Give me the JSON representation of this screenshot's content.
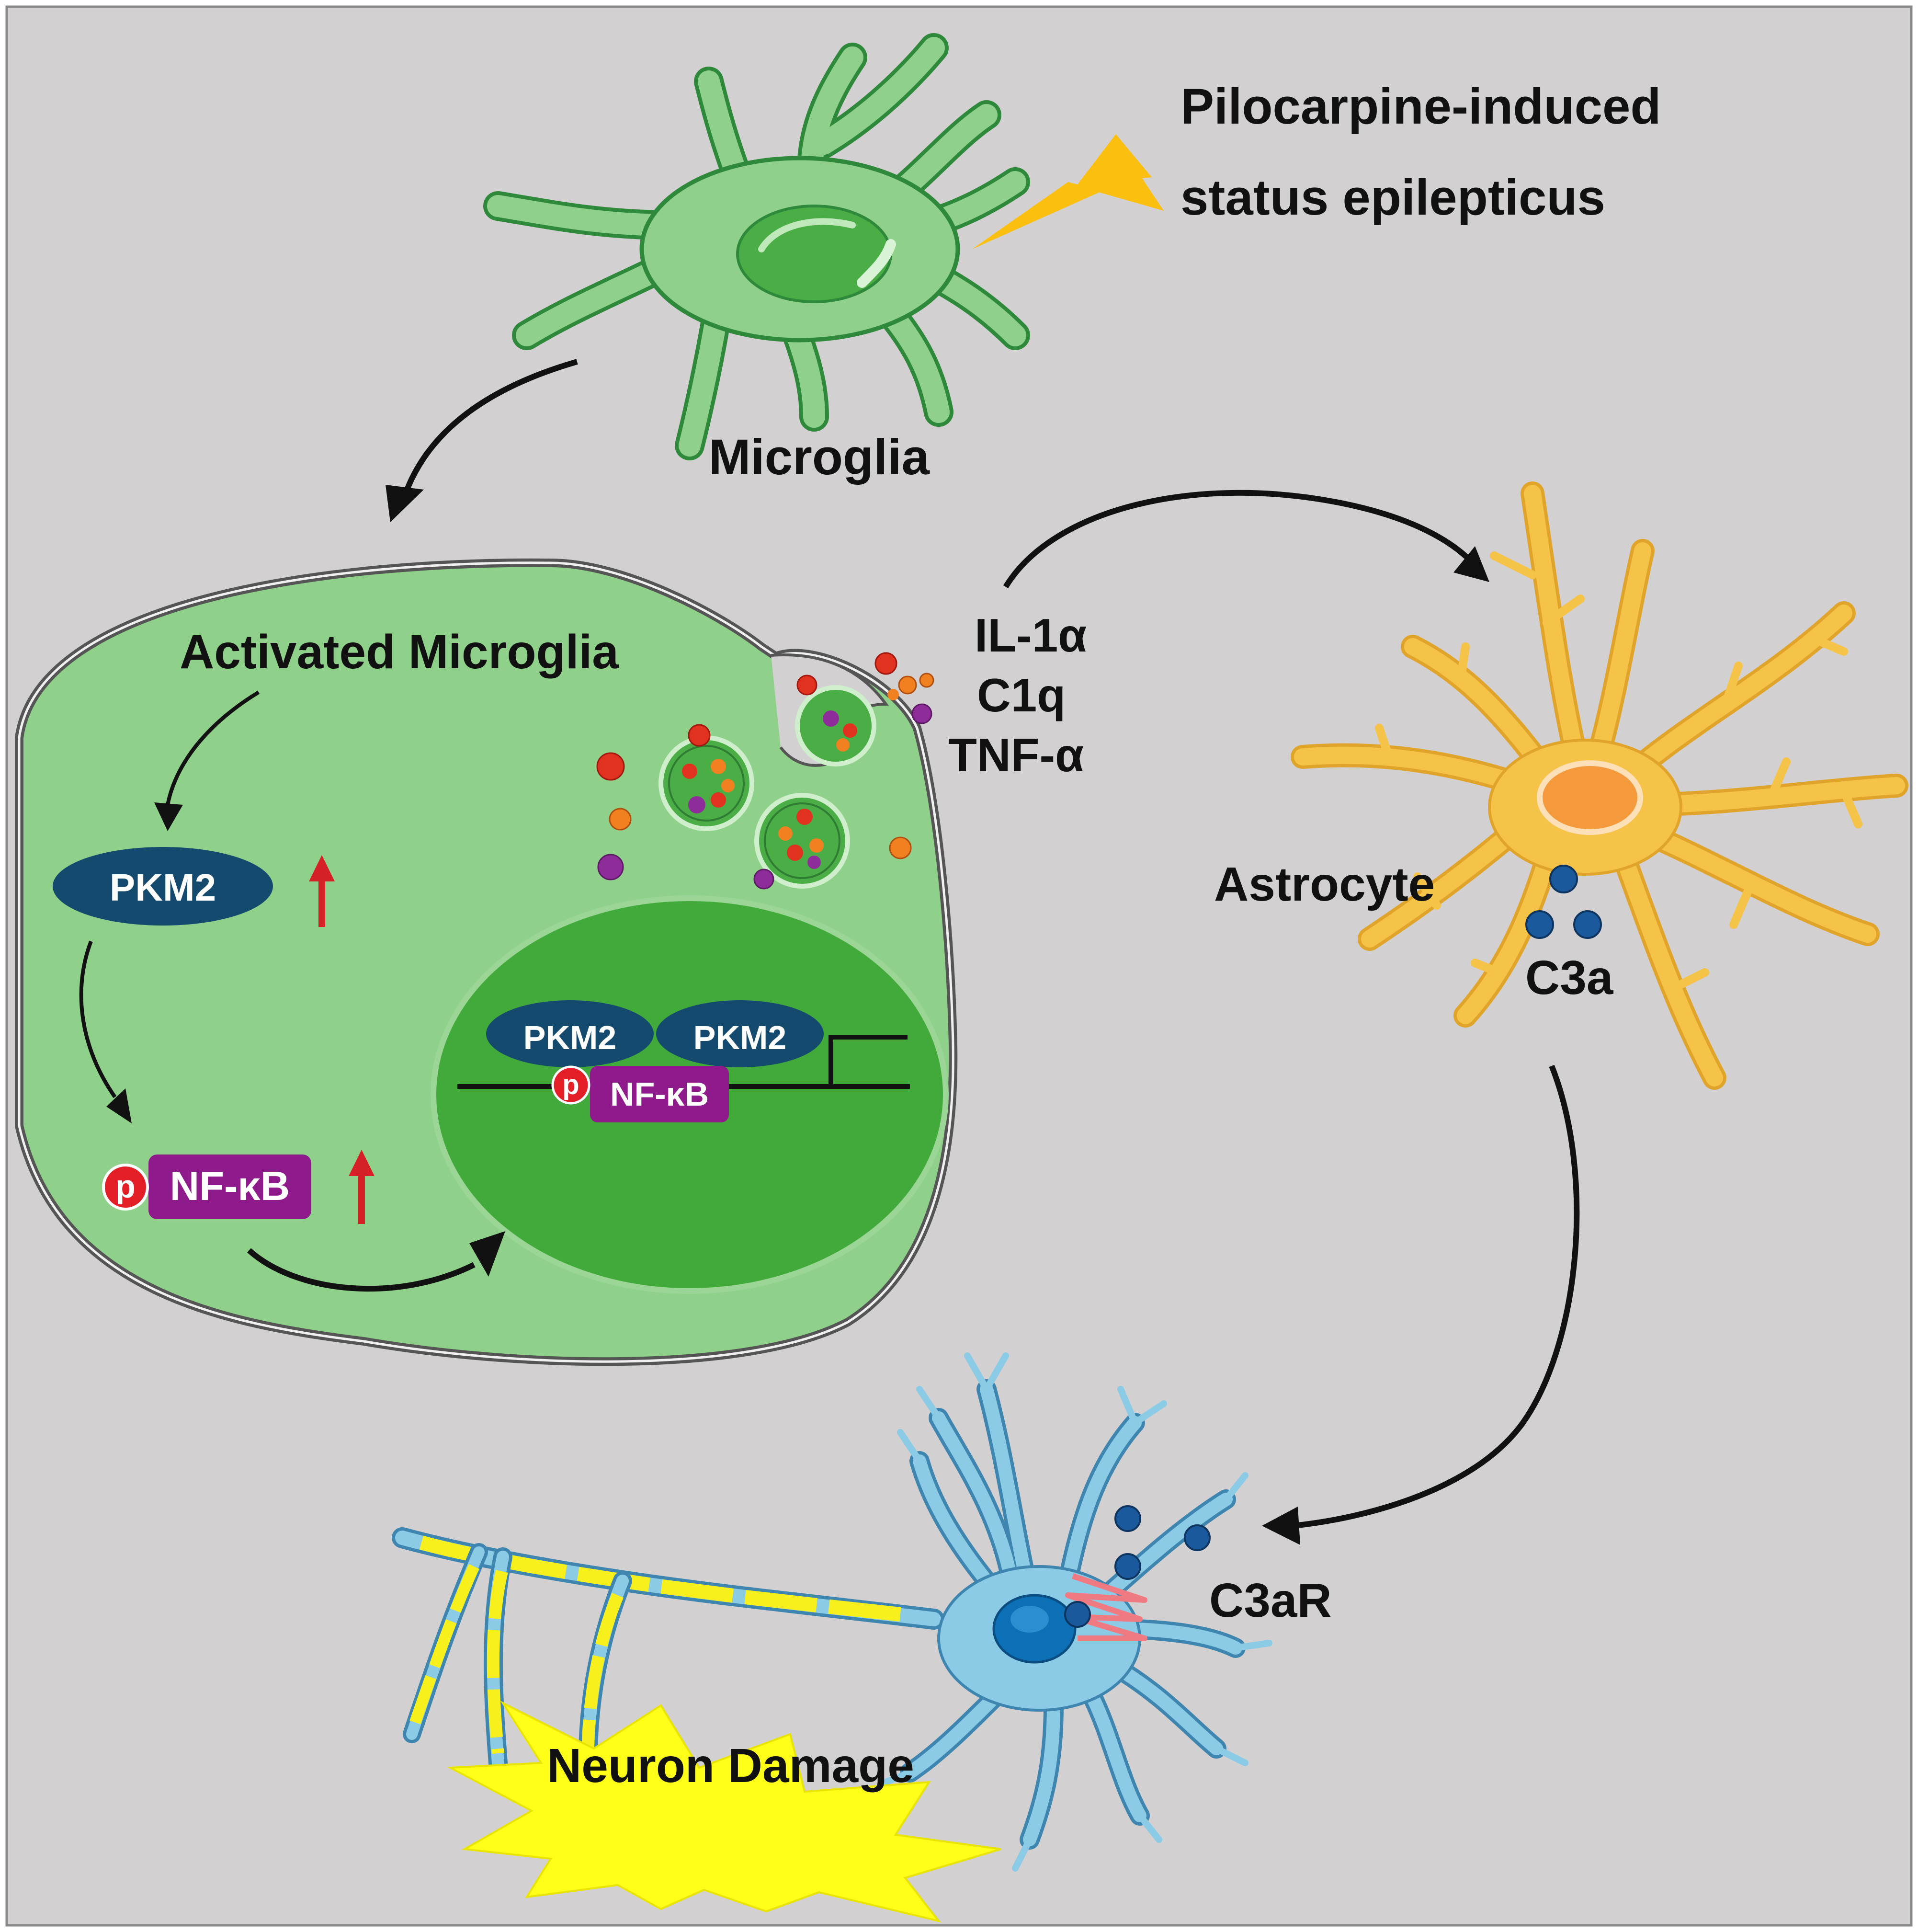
{
  "trigger": {
    "line1": "Pilocarpine-induced",
    "line2": "status epilepticus"
  },
  "cells": {
    "microglia_label": "Microglia",
    "activated_label": "Activated Microglia",
    "astrocyte_label": "Astrocyte"
  },
  "cytoplasm": {
    "pkm2": "PKM2",
    "nfkb": "NF-κB",
    "p": "p"
  },
  "nucleus": {
    "pkm2_a": "PKM2",
    "pkm2_b": "PKM2",
    "nfkb": "NF-κB",
    "p": "p"
  },
  "cytokines": [
    "IL-1α",
    "C1q",
    "TNF-α"
  ],
  "c3a_label": "C3a",
  "c3ar_label": "C3aR",
  "damage_label": "Neuron Damage",
  "colors": {
    "background": "#d3d0d1",
    "microglia_green": "#8fd08a",
    "nucleus_green": "#3faa3b",
    "pkm2_navy": "#144a6e",
    "nfkb_purple": "#8e1a8c",
    "phospho_red": "#e41e26",
    "up_arrow_red": "#d42026",
    "astrocyte_orange": "#f6c349",
    "neuron_blue": "#8ccbe6",
    "myelin_yellow": "#f7f01d",
    "star_yellow": "#ffff1a",
    "lightning": "#fbbf10"
  }
}
